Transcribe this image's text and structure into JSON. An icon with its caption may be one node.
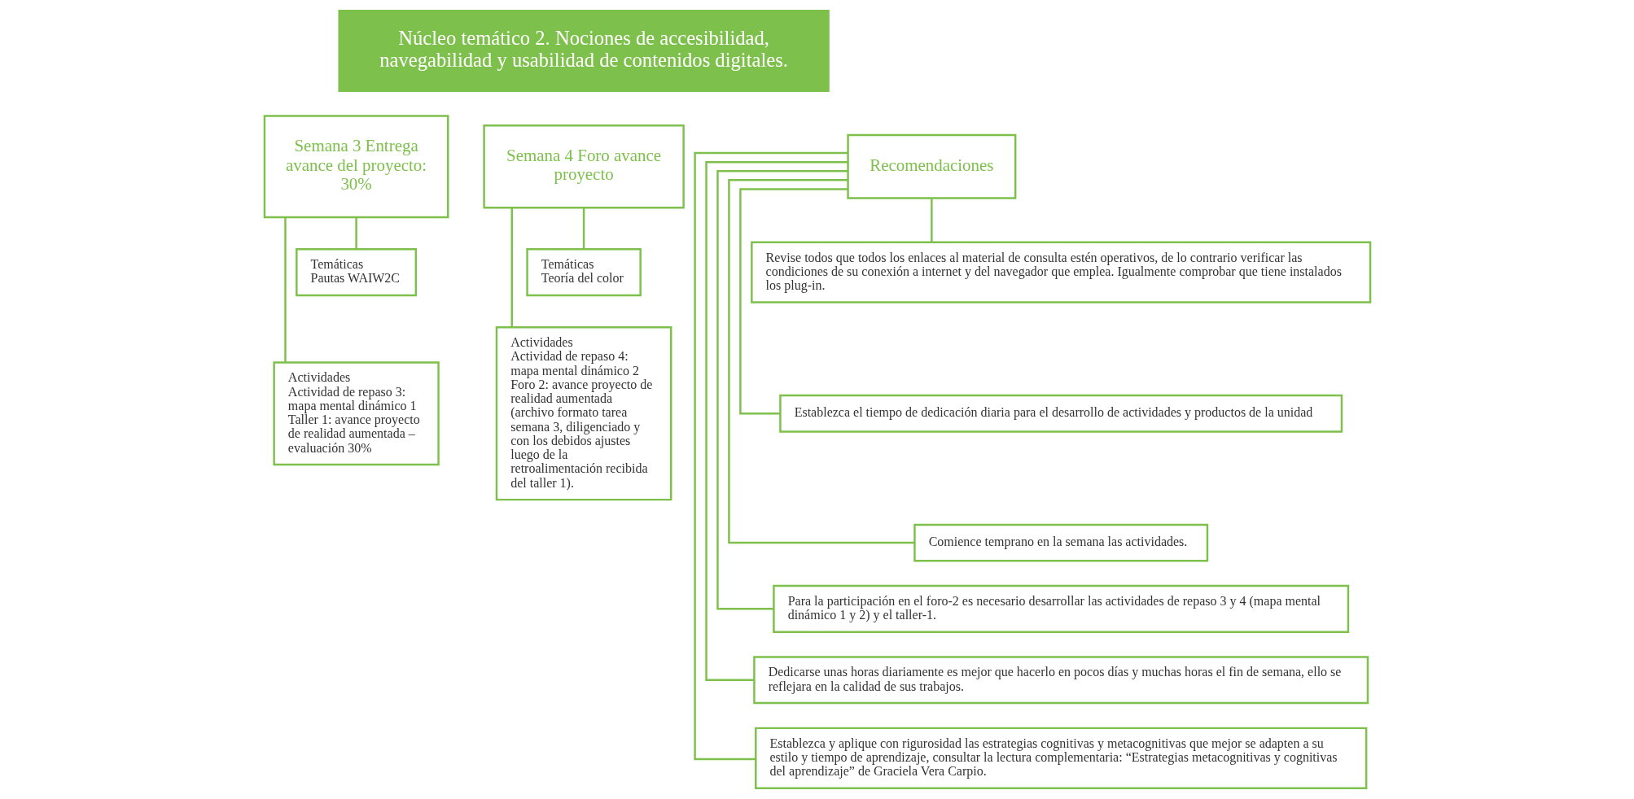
{
  "diagram": {
    "nodes": [
      {
        "text": [
          "Núcleo temático 2. Nociones de accesibilidad, navegabilidad y usabilidad de contenidos digitales."
        ]
      },
      {
        "text": [
          "Semana 3 Entrega avance del proyecto: 30%"
        ]
      },
      {
        "text": [
          "Temáticas",
          "Pautas WAIW2C"
        ]
      },
      {
        "text": [
          "Actividades",
          "Actividad de repaso 3: mapa mental dinámico 1",
          "Taller 1: avance proyecto de realidad aumentada – evaluación 30%"
        ]
      },
      {
        "text": [
          "Semana 4 Foro avance proyecto"
        ]
      },
      {
        "text": [
          "Temáticas",
          "Teoría del color"
        ]
      },
      {
        "text": [
          "Actividades",
          "Actividad de repaso 4: mapa mental dinámico 2",
          "Foro 2: avance proyecto de realidad aumentada (archivo formato tarea semana 3, diligenciado y con los debidos ajustes luego de la retroalimentación recibida del taller 1)."
        ]
      },
      {
        "text": [
          "Recomendaciones"
        ]
      },
      {
        "text": [
          "Revise todos que todos los enlaces al material de consulta estén operativos, de lo contrario verificar las condiciones de su conexión a internet y del navegador que emplea. Igualmente comprobar que tiene instalados los plug-in."
        ]
      },
      {
        "text": [
          "Establezca el tiempo de dedicación diaria para el desarrollo de actividades y productos de la unidad"
        ]
      },
      {
        "text": [
          "Comience temprano en la semana las actividades."
        ]
      },
      {
        "text": [
          "Para la participación en el foro-2 es necesario desarrollar las actividades de repaso 3 y 4 (mapa mental dinámico 1 y 2) y el taller-1."
        ]
      },
      {
        "text": [
          "Dedicarse unas horas diariamente es mejor que hacerlo en pocos días y muchas horas el fin de semana, ello se reflejara en la calidad de sus trabajos."
        ]
      },
      {
        "text": [
          "Establezca y aplique con rigurosidad las estrategias cognitivas y metacognitivas que mejor se adapten a su estilo y tiempo de aprendizaje, consultar la lectura complementaria: “Estrategias metacognitivas y cognitivas del aprendizaje” de Graciela Vera Carpio."
        ]
      }
    ],
    "edges": [
      {
        "from": 1,
        "to": 2,
        "arrow": "none"
      },
      {
        "from": 1,
        "to": 3,
        "arrow": "none"
      },
      {
        "from": 4,
        "to": 5,
        "arrow": "none"
      },
      {
        "from": 4,
        "to": 6,
        "arrow": "none"
      },
      {
        "from": 7,
        "to": 8,
        "arrow": "none"
      },
      {
        "from": 7,
        "to": 9,
        "arrow": "none"
      },
      {
        "from": 7,
        "to": 10,
        "arrow": "none"
      },
      {
        "from": 7,
        "to": 11,
        "arrow": "none"
      },
      {
        "from": 7,
        "to": 12,
        "arrow": "none"
      },
      {
        "from": 7,
        "to": 13,
        "arrow": "none"
      }
    ]
  }
}
